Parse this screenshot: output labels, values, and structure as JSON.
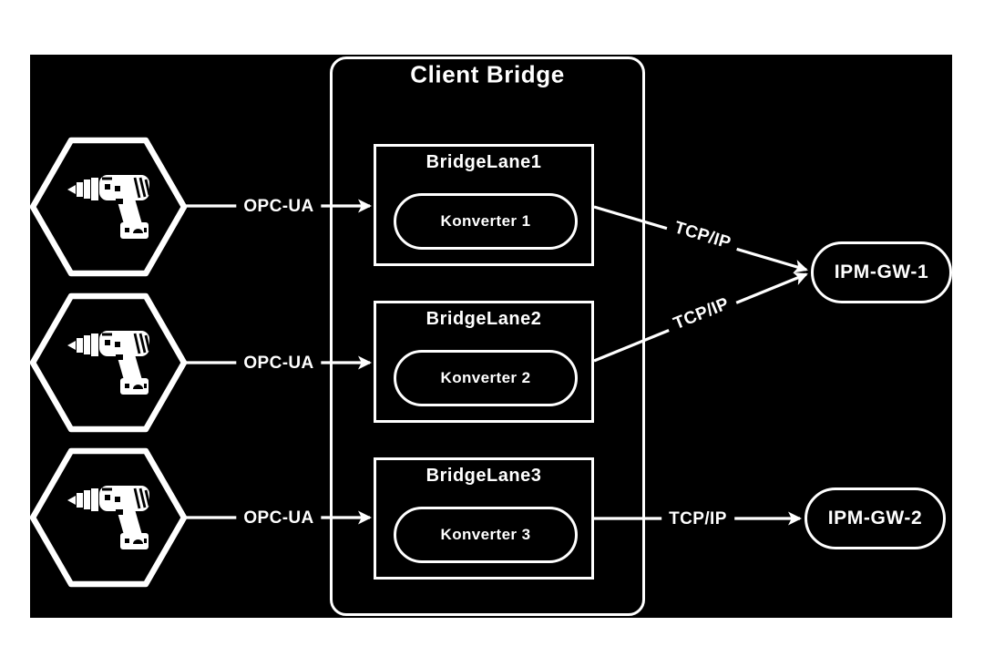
{
  "diagram": {
    "title": "Client Bridge",
    "machines": [
      {
        "icon": "drill-icon"
      },
      {
        "icon": "drill-icon"
      },
      {
        "icon": "drill-icon"
      }
    ],
    "lanes": [
      {
        "title": "BridgeLane1",
        "converter": "Konverter 1"
      },
      {
        "title": "BridgeLane2",
        "converter": "Konverter 2"
      },
      {
        "title": "BridgeLane3",
        "converter": "Konverter 3"
      }
    ],
    "gateways": [
      {
        "label": "IPM-GW-1"
      },
      {
        "label": "IPM-GW-2"
      }
    ],
    "edges": {
      "opcua": [
        {
          "label": "OPC-UA"
        },
        {
          "label": "OPC-UA"
        },
        {
          "label": "OPC-UA"
        }
      ],
      "tcpip": [
        {
          "label": "TCP/IP"
        },
        {
          "label": "TCP/IP"
        },
        {
          "label": "TCP/IP"
        }
      ]
    },
    "colors": {
      "page_background": "#ffffff",
      "panel_background": "#000000",
      "stroke": "#ffffff",
      "text": "#ffffff"
    }
  }
}
